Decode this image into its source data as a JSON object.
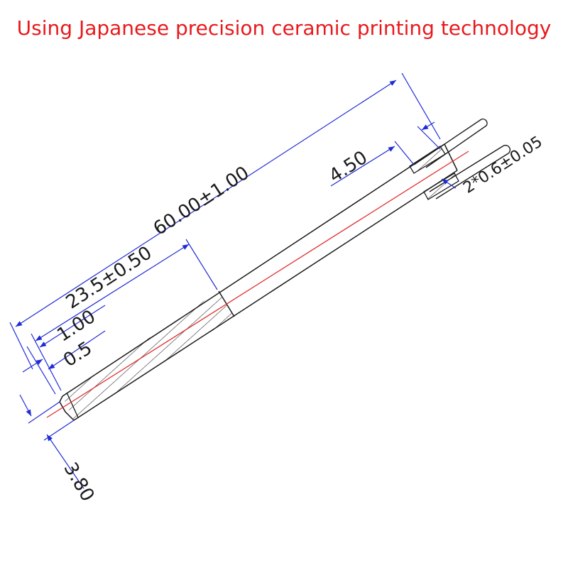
{
  "headline": "Using Japanese precision ceramic printing technology",
  "colors": {
    "headline": "#e8191c",
    "part_outline": "#1a1a1a",
    "center_line": "#e03030",
    "dimension": "#1f2bd6",
    "hatch": "#333333"
  },
  "dimensions": {
    "overall_length": "60.00±1.00",
    "heated_zone_length": "23.5±0.50",
    "end_offset_1": "1.00",
    "end_offset_2": "0.5",
    "lead_strip_length": "4.50",
    "lead_wire": "2*0.6±0.05",
    "width": "3.80"
  }
}
